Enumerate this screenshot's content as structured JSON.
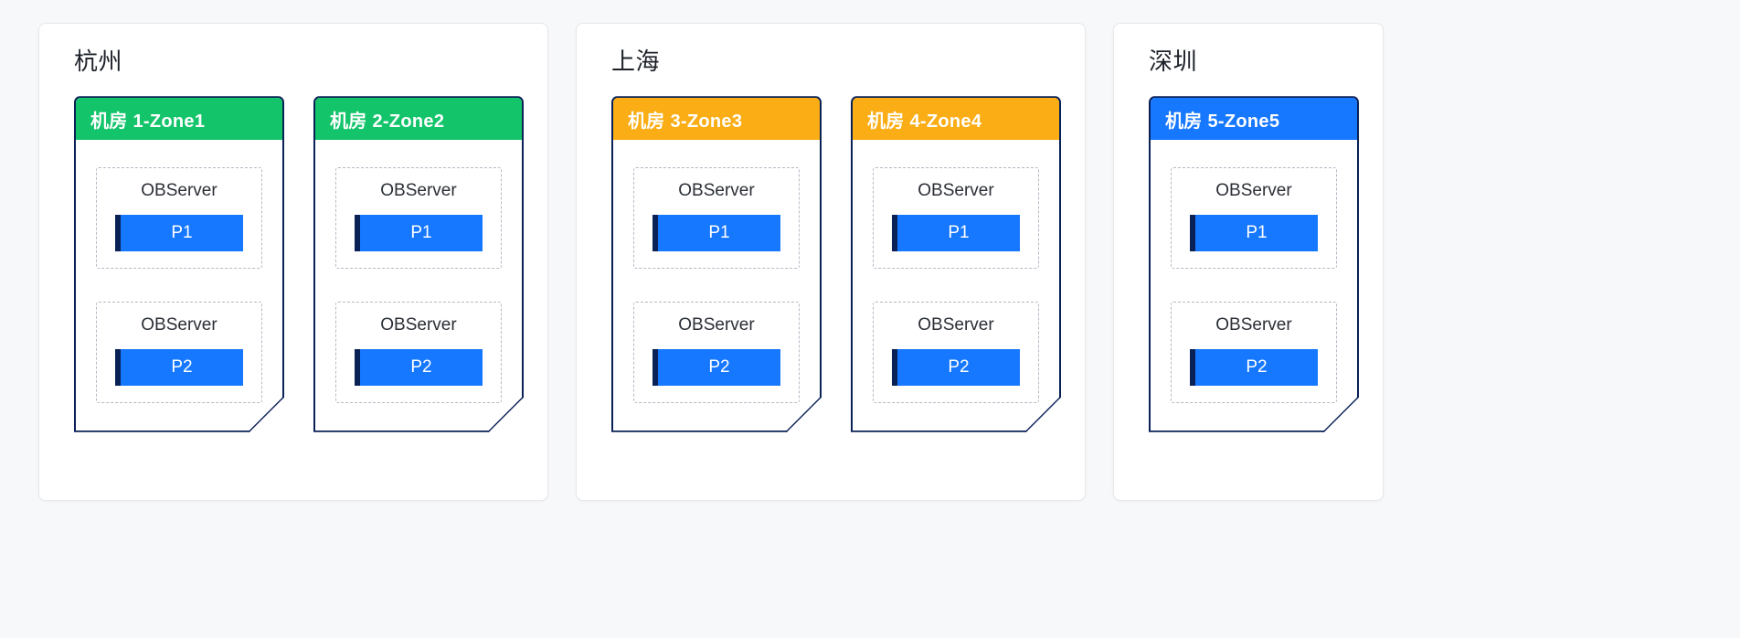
{
  "page": {
    "background_color": "#f7f8fa",
    "layout": "three region panels side by side"
  },
  "palette": {
    "zone_green": "#13c46a",
    "zone_orange": "#faad14",
    "zone_blue": "#1677ff",
    "partition_blue": "#1677ff",
    "navy": "#0a2156",
    "panel_border": "#e6e8eb",
    "dashed_border": "#b4b9c4",
    "text_dark": "#1d2129",
    "text_white": "#ffffff"
  },
  "regions": [
    {
      "name": "杭州",
      "zones": [
        {
          "title": "机房 1-Zone1",
          "header_color": "#13c46a",
          "observers": [
            {
              "label": "OBServer",
              "partition": "P1"
            },
            {
              "label": "OBServer",
              "partition": "P2"
            }
          ]
        },
        {
          "title": "机房 2-Zone2",
          "header_color": "#13c46a",
          "observers": [
            {
              "label": "OBServer",
              "partition": "P1"
            },
            {
              "label": "OBServer",
              "partition": "P2"
            }
          ]
        }
      ]
    },
    {
      "name": "上海",
      "zones": [
        {
          "title": "机房 3-Zone3",
          "header_color": "#faad14",
          "observers": [
            {
              "label": "OBServer",
              "partition": "P1"
            },
            {
              "label": "OBServer",
              "partition": "P2"
            }
          ]
        },
        {
          "title": "机房 4-Zone4",
          "header_color": "#faad14",
          "observers": [
            {
              "label": "OBServer",
              "partition": "P1"
            },
            {
              "label": "OBServer",
              "partition": "P2"
            }
          ]
        }
      ]
    },
    {
      "name": "深圳",
      "zones": [
        {
          "title": "机房 5-Zone5",
          "header_color": "#1677ff",
          "observers": [
            {
              "label": "OBServer",
              "partition": "P1"
            },
            {
              "label": "OBServer",
              "partition": "P2"
            }
          ]
        }
      ]
    }
  ]
}
